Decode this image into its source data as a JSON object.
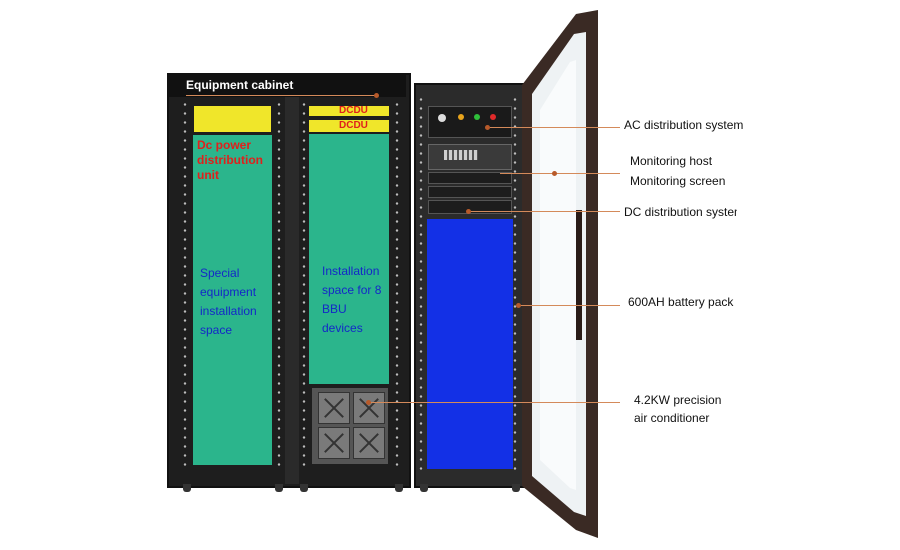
{
  "title": "Equipment cabinet",
  "left_cabinet": {
    "dcpdu_label": "Dc power distribution unit",
    "green_label": "Special equipment installation space"
  },
  "middle_cabinet": {
    "dcdu_top": "DCDU",
    "dcdu_bottom": "DCDU",
    "green_label": "Installation space for 8 BBU devices"
  },
  "callouts": {
    "ac": "AC distribution system",
    "monitoring_host": "Monitoring host",
    "monitoring_screen": "Monitoring screen",
    "dc": "DC distribution system",
    "battery": "600AH battery pack",
    "aircon_line1": "4.2KW precision",
    "aircon_line2": "air conditioner"
  },
  "colors": {
    "green": "#2bb58c",
    "yellow": "#f0e62a",
    "blue": "#1330e6",
    "red_text": "#e0201c",
    "blue_text": "#1428c8",
    "leader": "#d48a5a"
  }
}
